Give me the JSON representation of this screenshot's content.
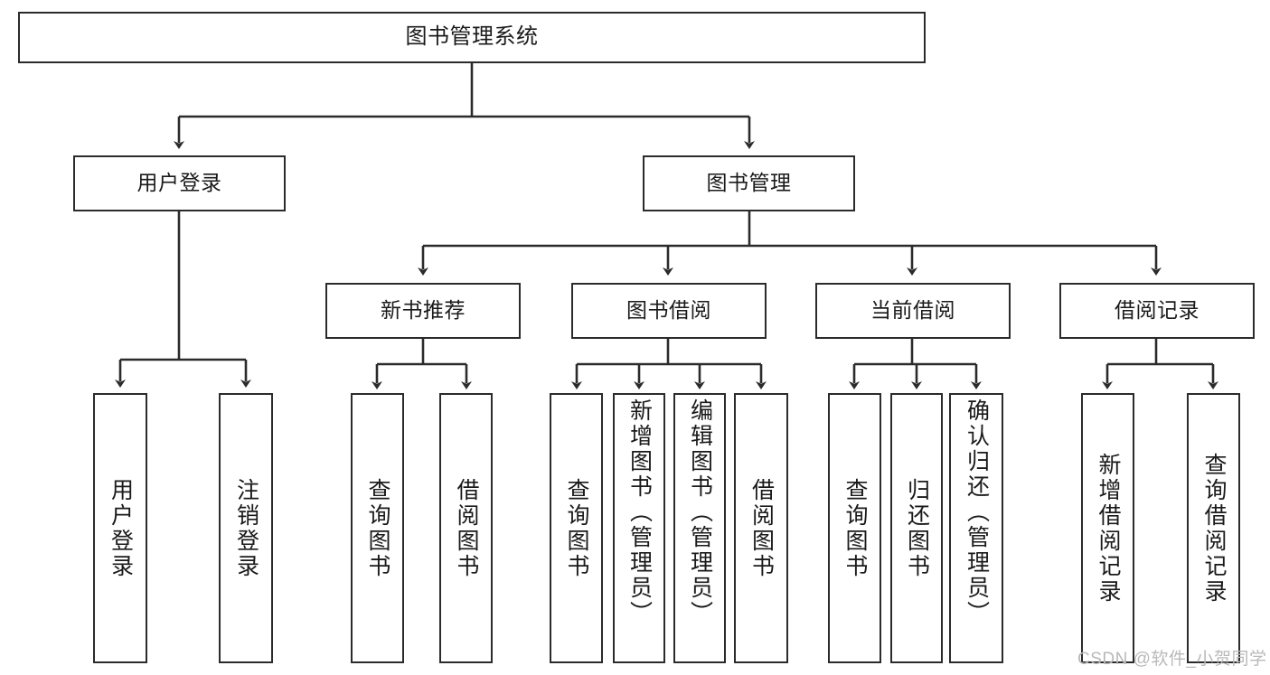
{
  "diagram": {
    "title": "图书管理系统",
    "type": "tree-hierarchy",
    "root": {
      "label": "图书管理系统"
    },
    "level2": [
      {
        "label": "用户登录"
      },
      {
        "label": "图书管理"
      }
    ],
    "level3": [
      {
        "label": "新书推荐"
      },
      {
        "label": "图书借阅"
      },
      {
        "label": "当前借阅"
      },
      {
        "label": "借阅记录"
      }
    ],
    "leaves": {
      "user_login": [
        {
          "label": "用户登录"
        },
        {
          "label": "注销登录"
        }
      ],
      "new_book_recommend": [
        {
          "label": "查询图书"
        },
        {
          "label": "借阅图书"
        }
      ],
      "book_borrow": [
        {
          "label": "查询图书"
        },
        {
          "label": "新增图书（管理员）"
        },
        {
          "label": "编辑图书（管理员）"
        },
        {
          "label": "借阅图书"
        }
      ],
      "current_borrow": [
        {
          "label": "查询图书"
        },
        {
          "label": "归还图书"
        },
        {
          "label": "确认归还（管理员）"
        }
      ],
      "borrow_records": [
        {
          "label": "新增借阅记录"
        },
        {
          "label": "查询借阅记录"
        }
      ]
    }
  },
  "watermark": {
    "text": "CSDN @软件_小贺同学"
  },
  "colors": {
    "stroke": "#2b2b2b",
    "fill": "#ffffff",
    "text": "#1a1a1a",
    "watermark": "#b9b9b9"
  }
}
